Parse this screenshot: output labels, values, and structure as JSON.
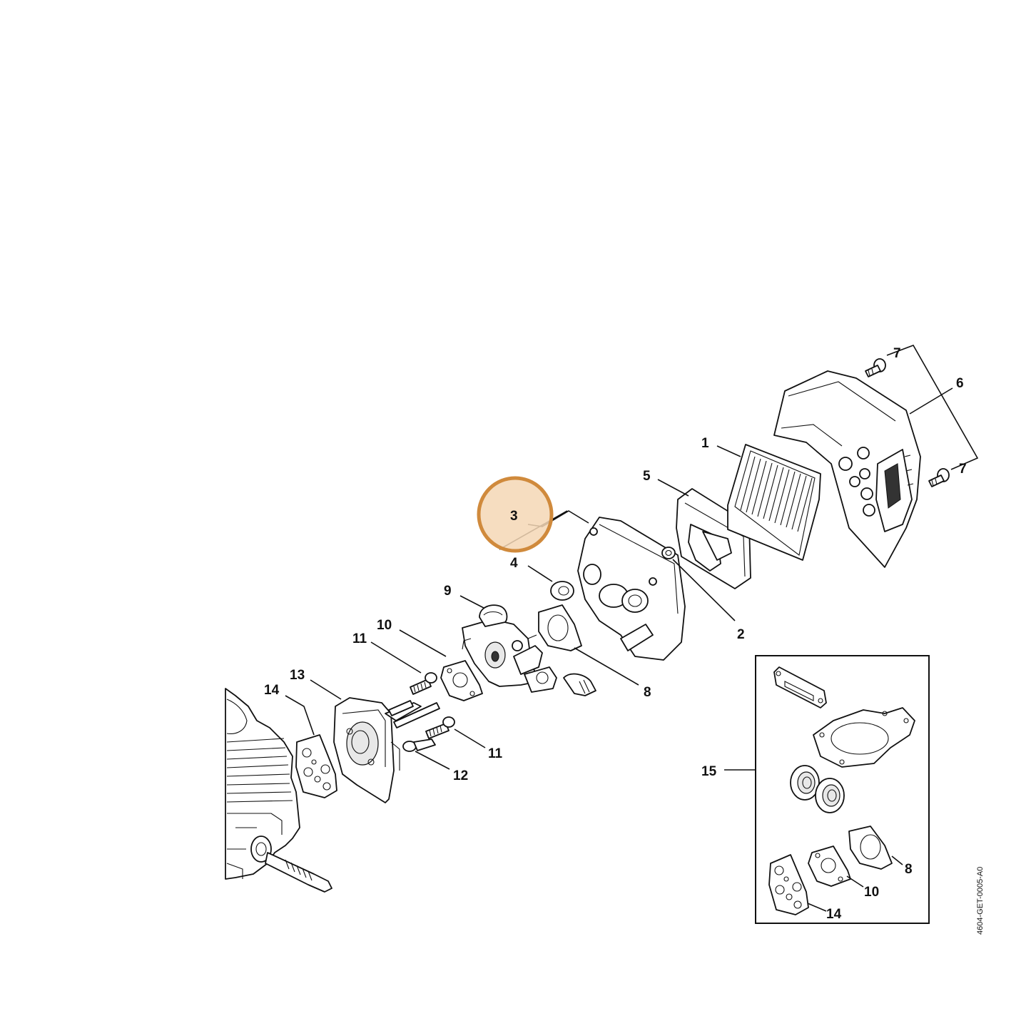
{
  "labels": {
    "p1": "1",
    "p2": "2",
    "p3": "3",
    "p4": "4",
    "p5": "5",
    "p6": "6",
    "p7a": "7",
    "p7b": "7",
    "p8": "8",
    "p9": "9",
    "p10": "10",
    "p11a": "11",
    "p11b": "11",
    "p12": "12",
    "p13": "13",
    "p14": "14",
    "p15": "15",
    "kit8": "8",
    "kit10": "10",
    "kit14": "14"
  },
  "diagram_code": "4604-GET-0005-A0",
  "highlight": {
    "color": "#d08a3c",
    "fill": "#f5d7b5",
    "part": "3"
  }
}
